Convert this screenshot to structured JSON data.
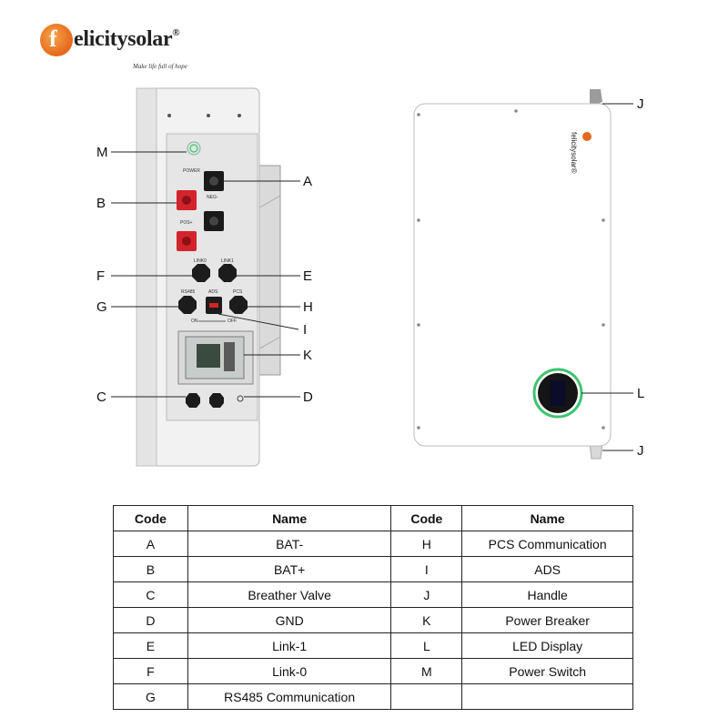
{
  "brand": {
    "logo_letter": "f",
    "wordmark": "elicitysolar",
    "registered": "®",
    "slogan": "Make life full of hope"
  },
  "side_panel_labels": {
    "power": "POWER",
    "neg": "NEG-",
    "pos": "POS+",
    "link0": "LINK0",
    "link1": "LINK1",
    "rs485": "RS485",
    "ads": "ADS",
    "pcs": "PCS",
    "on": "ON",
    "off": "OFF"
  },
  "front_logo": "felicitysolar®",
  "callouts": {
    "left": [
      "M",
      "B",
      "F",
      "G",
      "C"
    ],
    "right": [
      "A",
      "E",
      "H",
      "I",
      "K",
      "D"
    ],
    "front": [
      "J",
      "L",
      "J"
    ]
  },
  "table": {
    "headers": [
      "Code",
      "Name",
      "Code",
      "Name"
    ],
    "rows": [
      [
        "A",
        "BAT-",
        "H",
        "PCS Communication"
      ],
      [
        "B",
        "BAT+",
        "I",
        "ADS"
      ],
      [
        "C",
        "Breather Valve",
        "J",
        "Handle"
      ],
      [
        "D",
        "GND",
        "K",
        "Power Breaker"
      ],
      [
        "E",
        "Link-1",
        "L",
        "LED Display"
      ],
      [
        "F",
        "Link-0",
        "M",
        "Power Switch"
      ],
      [
        "G",
        "RS485 Communication",
        "",
        ""
      ]
    ]
  },
  "colors": {
    "logo_orange": "#e5671c",
    "bat_positive_red": "#d3242b",
    "connector_black": "#1a1a1a",
    "led_ring_green": "#3cc46e",
    "housing_white": "#f4f4f4",
    "panel_grey": "#e3e3e3"
  }
}
